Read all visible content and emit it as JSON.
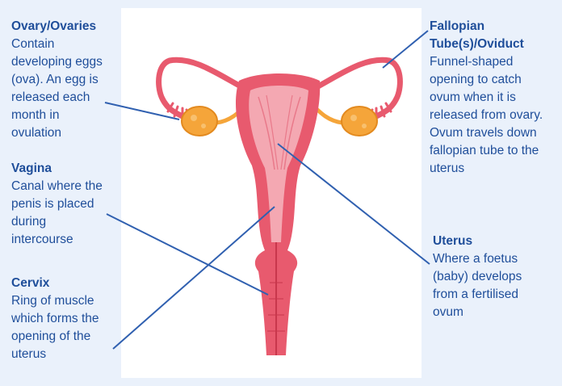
{
  "labels": {
    "ovary": {
      "title": "Ovary/Ovaries",
      "lines": [
        "Contain",
        "developing eggs",
        "(ova). An egg is",
        "released each",
        "month in",
        "ovulation"
      ]
    },
    "vagina": {
      "title": "Vagina",
      "lines": [
        "Canal where the",
        "penis is placed",
        "during",
        "intercourse"
      ]
    },
    "cervix": {
      "title": "Cervix",
      "lines": [
        "Ring of muscle",
        "which forms the",
        "opening of the",
        "uterus"
      ]
    },
    "fallopian": {
      "title_lines": [
        "Fallopian",
        "Tube(s)/Oviduct"
      ],
      "lines": [
        "Funnel-shaped",
        "opening to catch",
        "ovum when it is",
        "released from ovary.",
        "Ovum travels down",
        "fallopian tube to the",
        "uterus"
      ]
    },
    "uterus": {
      "title": "Uterus",
      "lines": [
        "Where a foetus",
        "(baby) develops",
        "from a fertilised",
        "ovum"
      ]
    }
  },
  "colors": {
    "text": "#1f4e9a",
    "leader_line": "#3060b0",
    "background": "#eaf1fb",
    "panel": "#ffffff",
    "tissue": "#e85a6e",
    "tissue_light": "#f4a8b2",
    "ovary": "#f5a53a"
  }
}
